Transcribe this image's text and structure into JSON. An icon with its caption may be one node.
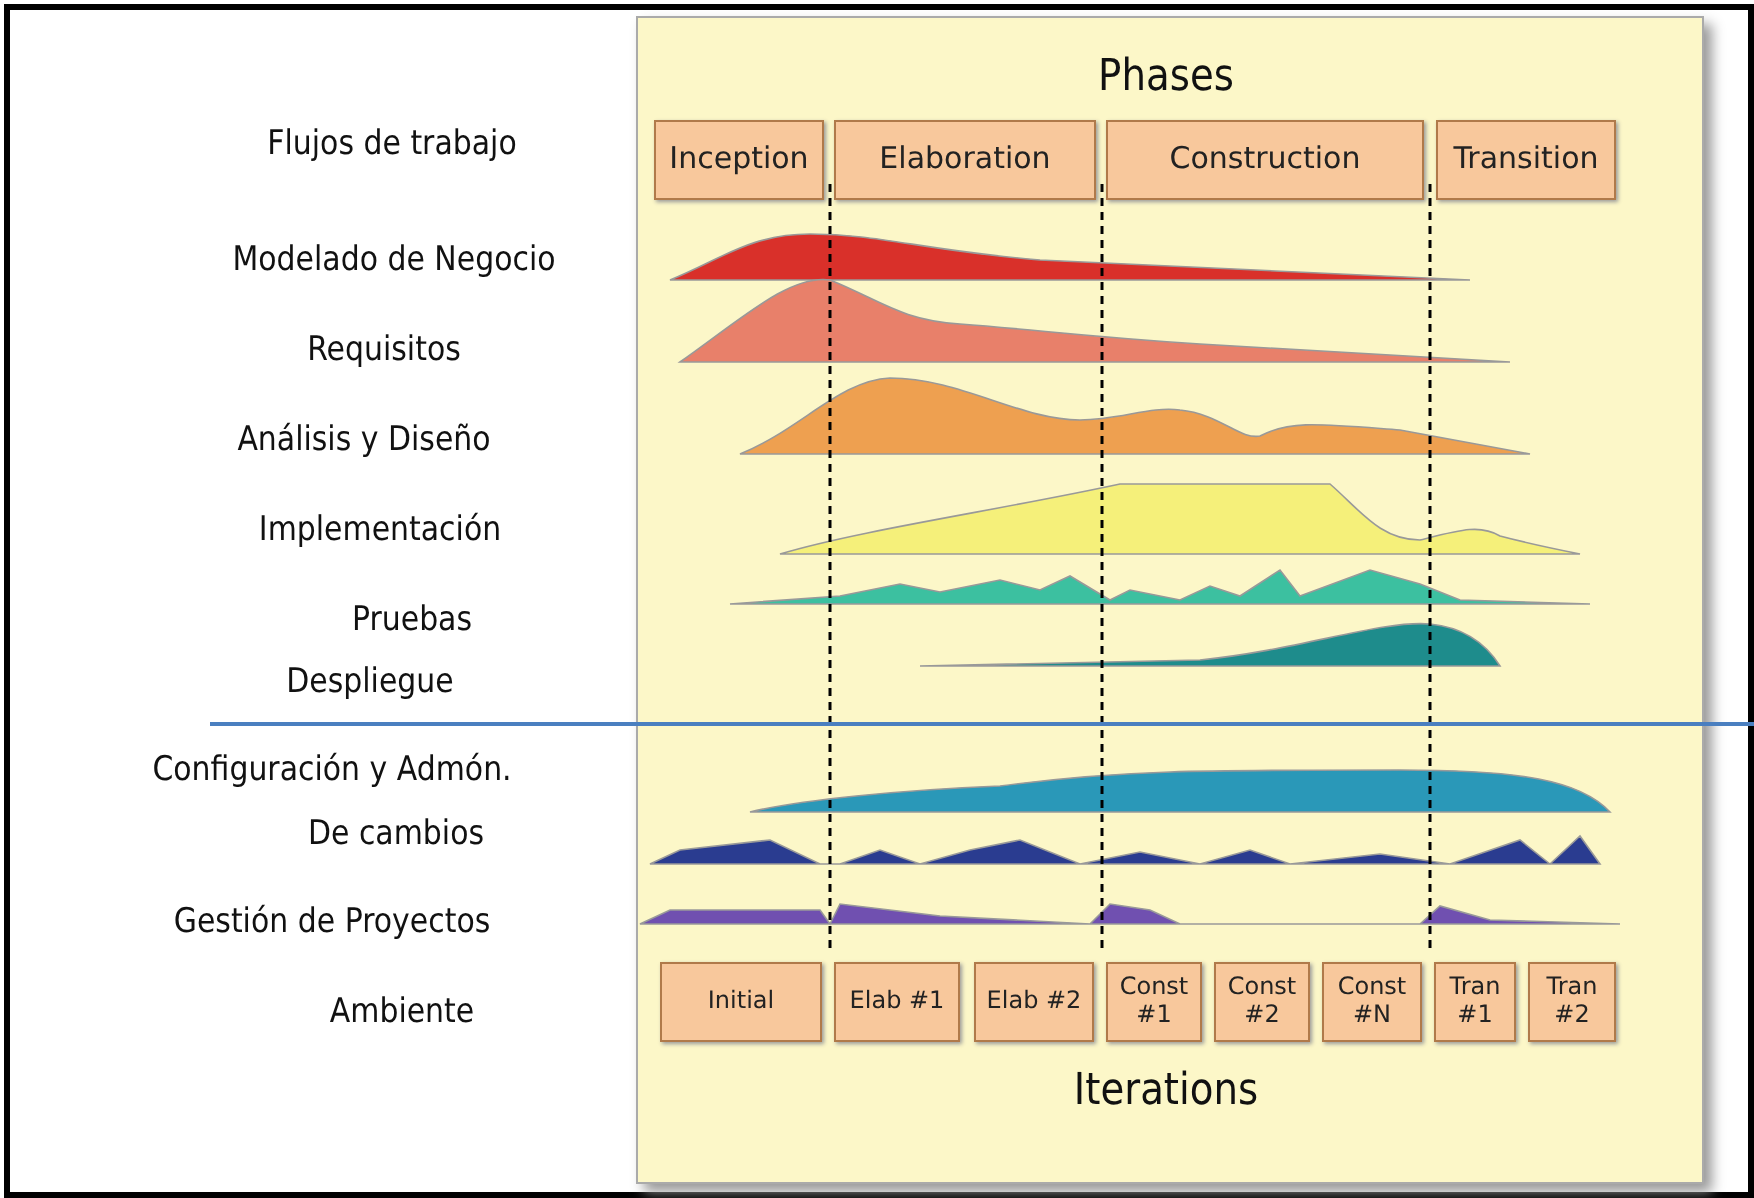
{
  "diagram": {
    "nodes": [
      {
        "text": [
          "Inception"
        ]
      },
      {
        "text": [
          "Elaboration"
        ]
      },
      {
        "text": [
          "Construction"
        ]
      },
      {
        "text": [
          "Transition"
        ]
      },
      {
        "text": [
          "Initial"
        ]
      },
      {
        "text": [
          "Elab #1"
        ]
      },
      {
        "text": [
          "Elab #2"
        ]
      },
      {
        "text": [
          "Const #1"
        ]
      },
      {
        "text": [
          "Const #2"
        ]
      },
      {
        "text": [
          "Const #N"
        ]
      },
      {
        "text": [
          "Tran #1"
        ]
      },
      {
        "text": [
          "Tran #2"
        ]
      }
    ],
    "edges": [],
    "labels": [
      "Phases",
      "Flujos de trabajo",
      "Modelado de Negocio",
      "Requisitos",
      "Análisis y Diseño",
      "Implementación",
      "Pruebas",
      "Despliegue",
      "Configuración y Admón.",
      "De cambios",
      "Gestión de Proyectos",
      "Ambiente",
      "Iterations"
    ]
  }
}
